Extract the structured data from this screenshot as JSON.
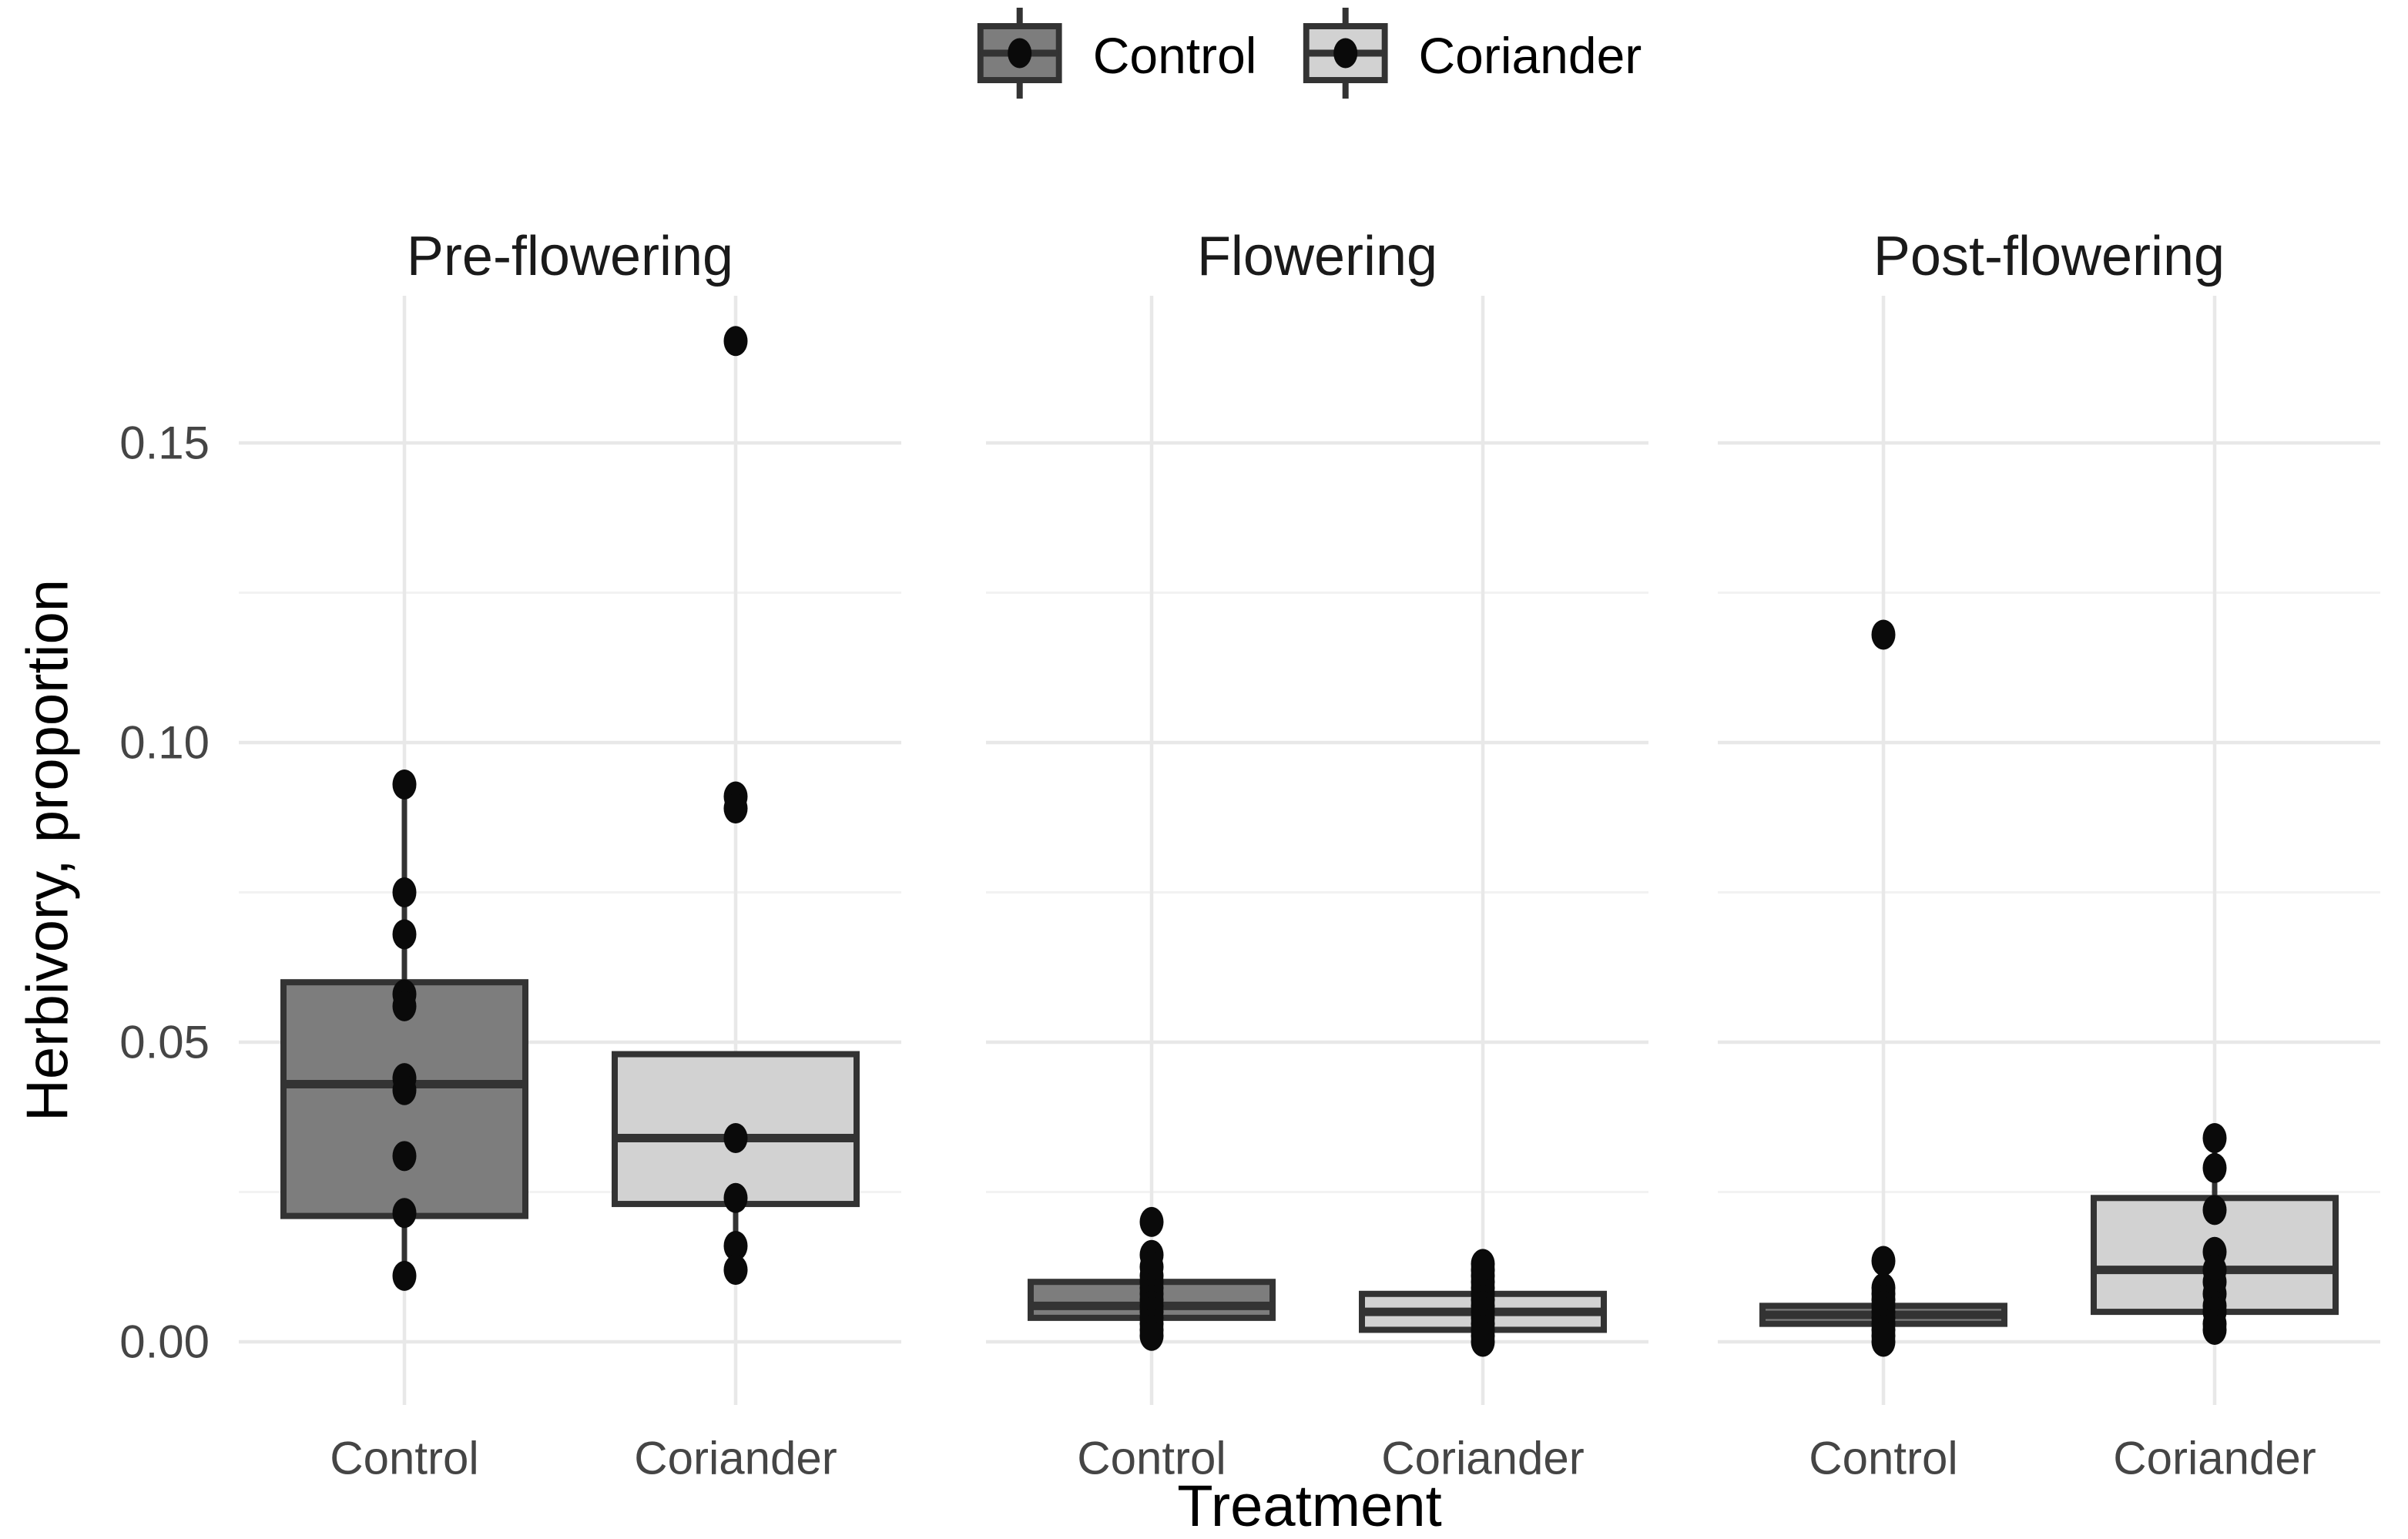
{
  "legend": {
    "items": [
      {
        "label": "Control",
        "fill_key": "control_fill"
      },
      {
        "label": "Coriander",
        "fill_key": "coriander_fill"
      }
    ]
  },
  "chart_data": {
    "type": "boxplot",
    "title": "",
    "xlabel": "Treatment",
    "ylabel": "Herbivory, proportion",
    "ylim": [
      -0.0105,
      0.1746
    ],
    "y_ticks": [
      0.0,
      0.05,
      0.1,
      0.15
    ],
    "y_tick_labels": [
      "0.00",
      "0.05",
      "0.10",
      "0.15"
    ],
    "grid": {
      "major": [
        0.0,
        0.05,
        0.1,
        0.15
      ],
      "minor": [
        0.025,
        0.075,
        0.125,
        0.175
      ],
      "vertical_at_categories": true
    },
    "legend_position": "top",
    "colors": {
      "control_fill": "#7d7d7d",
      "coriander_fill": "#d2d2d2",
      "box_line": "#333333",
      "point": "#0a0a0a",
      "grid_major": "#e8e8e8",
      "grid_minor": "#f2f2f2",
      "tick_label": "#454545",
      "title_text": "#000000",
      "background": "#ffffff"
    },
    "facets": [
      {
        "label": "Pre-flowering",
        "groups": [
          {
            "treatment": "Control",
            "fill_key": "control_fill",
            "q1": 0.021,
            "median": 0.043,
            "q3": 0.06,
            "whisker_low": 0.011,
            "whisker_high": 0.093,
            "points": [
              0.093,
              0.075,
              0.068,
              0.058,
              0.056,
              0.044,
              0.042,
              0.031,
              0.0215,
              0.011
            ]
          },
          {
            "treatment": "Coriander",
            "fill_key": "coriander_fill",
            "q1": 0.023,
            "median": 0.034,
            "q3": 0.048,
            "whisker_low": 0.012,
            "whisker_high": null,
            "points": [
              0.167,
              0.091,
              0.089,
              0.034,
              0.024,
              0.016,
              0.012
            ]
          }
        ]
      },
      {
        "label": "Flowering",
        "groups": [
          {
            "treatment": "Control",
            "fill_key": "control_fill",
            "q1": 0.004,
            "median": 0.006,
            "q3": 0.01,
            "whisker_low": 0.002,
            "whisker_high": 0.013,
            "points": [
              0.02,
              0.0145,
              0.0125,
              0.011,
              0.01,
              0.009,
              0.008,
              0.007,
              0.006,
              0.005,
              0.004,
              0.003,
              0.002,
              0.001
            ]
          },
          {
            "treatment": "Coriander",
            "fill_key": "coriander_fill",
            "q1": 0.002,
            "median": 0.005,
            "q3": 0.008,
            "whisker_low": 0.0,
            "whisker_high": 0.012,
            "points": [
              0.013,
              0.012,
              0.011,
              0.01,
              0.009,
              0.008,
              0.007,
              0.006,
              0.005,
              0.004,
              0.003,
              0.002,
              0.001,
              0.0
            ]
          }
        ]
      },
      {
        "label": "Post-flowering",
        "groups": [
          {
            "treatment": "Control",
            "fill_key": "control_fill",
            "q1": 0.003,
            "median": 0.0045,
            "q3": 0.006,
            "whisker_low": 0.001,
            "whisker_high": 0.009,
            "points": [
              0.118,
              0.0135,
              0.009,
              0.008,
              0.007,
              0.006,
              0.005,
              0.004,
              0.003,
              0.002,
              0.001,
              0.0
            ]
          },
          {
            "treatment": "Coriander",
            "fill_key": "coriander_fill",
            "q1": 0.005,
            "median": 0.012,
            "q3": 0.024,
            "whisker_low": 0.002,
            "whisker_high": 0.034,
            "points": [
              0.034,
              0.029,
              0.022,
              0.015,
              0.012,
              0.01,
              0.008,
              0.006,
              0.005,
              0.003,
              0.002
            ]
          }
        ]
      }
    ]
  }
}
